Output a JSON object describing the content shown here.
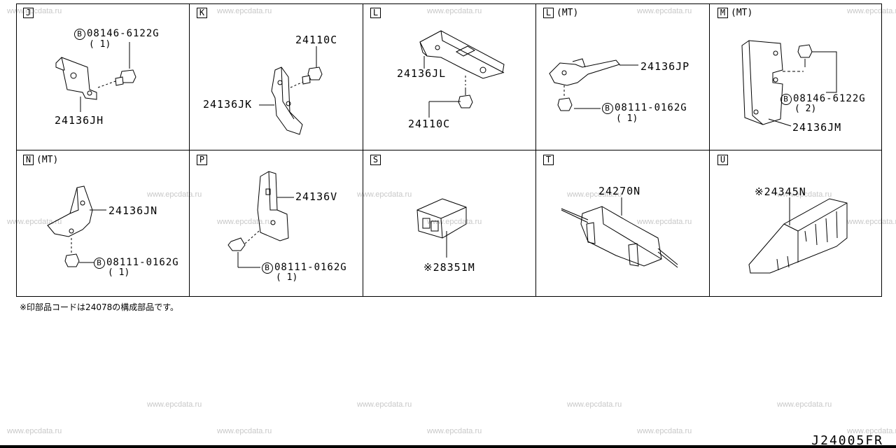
{
  "watermark": "www.epcdata.ru",
  "panels": [
    {
      "tag": "J",
      "sub": "",
      "parts": [
        "24136JH"
      ],
      "bolt": {
        "code": "08146-6122G",
        "qty": "( 1)"
      }
    },
    {
      "tag": "K",
      "sub": "",
      "parts": [
        "24110C",
        "24136JK"
      ]
    },
    {
      "tag": "L",
      "sub": "",
      "parts": [
        "24136JL",
        "24110C"
      ]
    },
    {
      "tag": "L",
      "sub": "(MT)",
      "parts": [
        "24136JP"
      ],
      "bolt": {
        "code": "08111-0162G",
        "qty": "( 1)"
      }
    },
    {
      "tag": "M",
      "sub": "(MT)",
      "parts": [
        "24136JM"
      ],
      "bolt": {
        "code": "08146-6122G",
        "qty": "( 2)"
      }
    },
    {
      "tag": "N",
      "sub": "(MT)",
      "parts": [
        "24136JN"
      ],
      "bolt": {
        "code": "08111-0162G",
        "qty": "( 1)"
      }
    },
    {
      "tag": "P",
      "sub": "",
      "parts": [
        "24136V"
      ],
      "bolt": {
        "code": "08111-0162G",
        "qty": "( 1)"
      }
    },
    {
      "tag": "S",
      "sub": "",
      "parts": [
        "※28351M"
      ]
    },
    {
      "tag": "T",
      "sub": "",
      "parts": [
        "24270N"
      ]
    },
    {
      "tag": "U",
      "sub": "",
      "parts": [
        "※24345N"
      ]
    }
  ],
  "bolt_symbol": "B",
  "footnote": "※印部品コードは24078の構成部品です。",
  "drawing_code": "J24005FR"
}
